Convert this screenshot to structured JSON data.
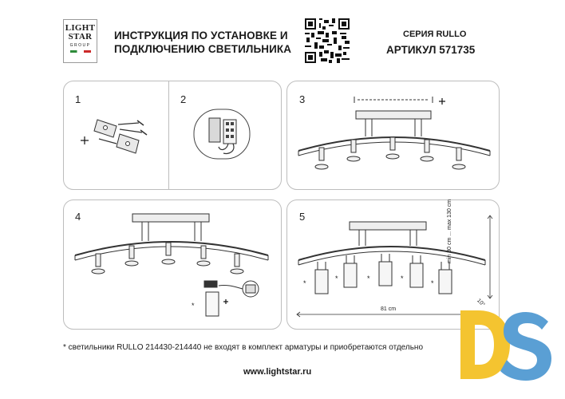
{
  "header": {
    "logo": {
      "line1": "LIGHT",
      "line2": "STAR",
      "line3": "GROUP"
    },
    "title_line1": "ИНСТРУКЦИЯ ПО УСТАНОВКЕ И",
    "title_line2": "ПОДКЛЮЧЕНИЮ СВЕТИЛЬНИКА",
    "series": "СЕРИЯ RULLO",
    "article": "АРТИКУЛ 571735"
  },
  "steps": [
    {
      "number": "1"
    },
    {
      "number": "2"
    },
    {
      "number": "3"
    },
    {
      "number": "4"
    },
    {
      "number": "5"
    }
  ],
  "dimensions": {
    "width_label": "81 cm",
    "height_label": "min 30 cm ... max 130 cm",
    "angle_label": "10°"
  },
  "footer": {
    "note": "* светильники RULLO 214430-214440 не входят в комплект арматуры и приобретаются отдельно",
    "website": "www.lightstar.ru"
  },
  "brand_colors": {
    "ds_yellow": "#f4c430",
    "ds_blue": "#5a9fd4"
  }
}
